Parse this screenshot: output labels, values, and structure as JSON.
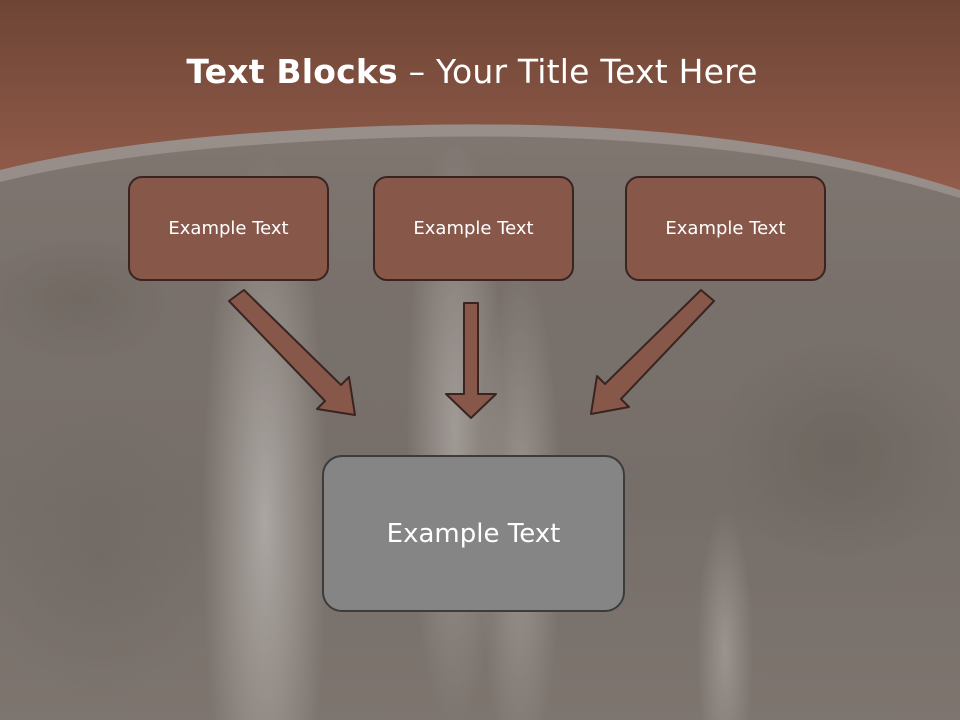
{
  "slide": {
    "title_bold": "Text Blocks",
    "title_rest": " – Your Title Text Here",
    "source_boxes": [
      {
        "label": "Example Text"
      },
      {
        "label": "Example Text"
      },
      {
        "label": "Example Text"
      }
    ],
    "target_box": {
      "label": "Example Text"
    }
  },
  "colors": {
    "header_brown": "#8a5645",
    "header_dark": "#6e4535",
    "box_fill": "#87584a",
    "box_border": "#3a2420",
    "target_fill": "#858585",
    "arrow_fill": "#87584a"
  }
}
